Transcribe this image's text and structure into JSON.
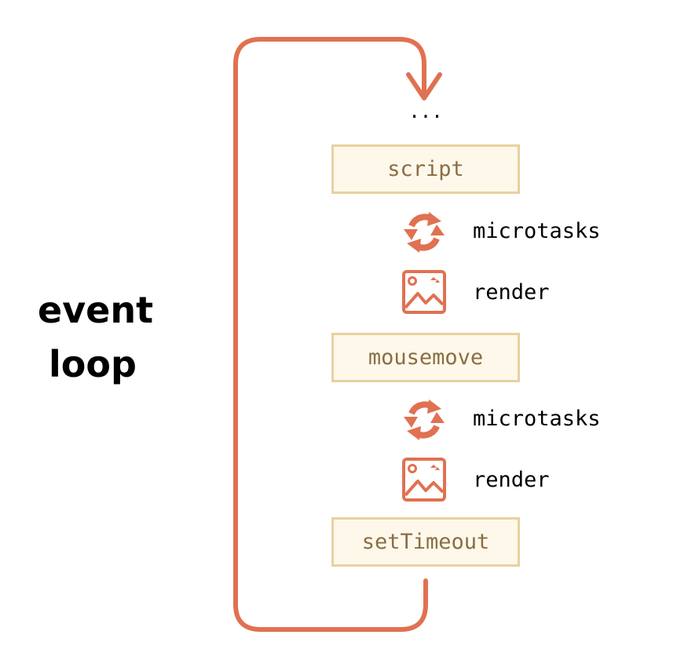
{
  "title": {
    "line1": "event",
    "line2": "loop"
  },
  "ellipsis": "...",
  "tasks": [
    {
      "label": "script"
    },
    {
      "label": "mousemove"
    },
    {
      "label": "setTimeout"
    }
  ],
  "steps": {
    "microtasks_label": "microtasks",
    "render_label": "render"
  },
  "icons": {
    "microtasks": "refresh-cycle-icon",
    "render": "image-picture-icon"
  },
  "colors": {
    "loop_arrow": "#e07151",
    "box_border": "#e8d1a0",
    "box_fill": "#fdf8ea",
    "box_text": "#8a6d45",
    "icon": "#e07151"
  }
}
